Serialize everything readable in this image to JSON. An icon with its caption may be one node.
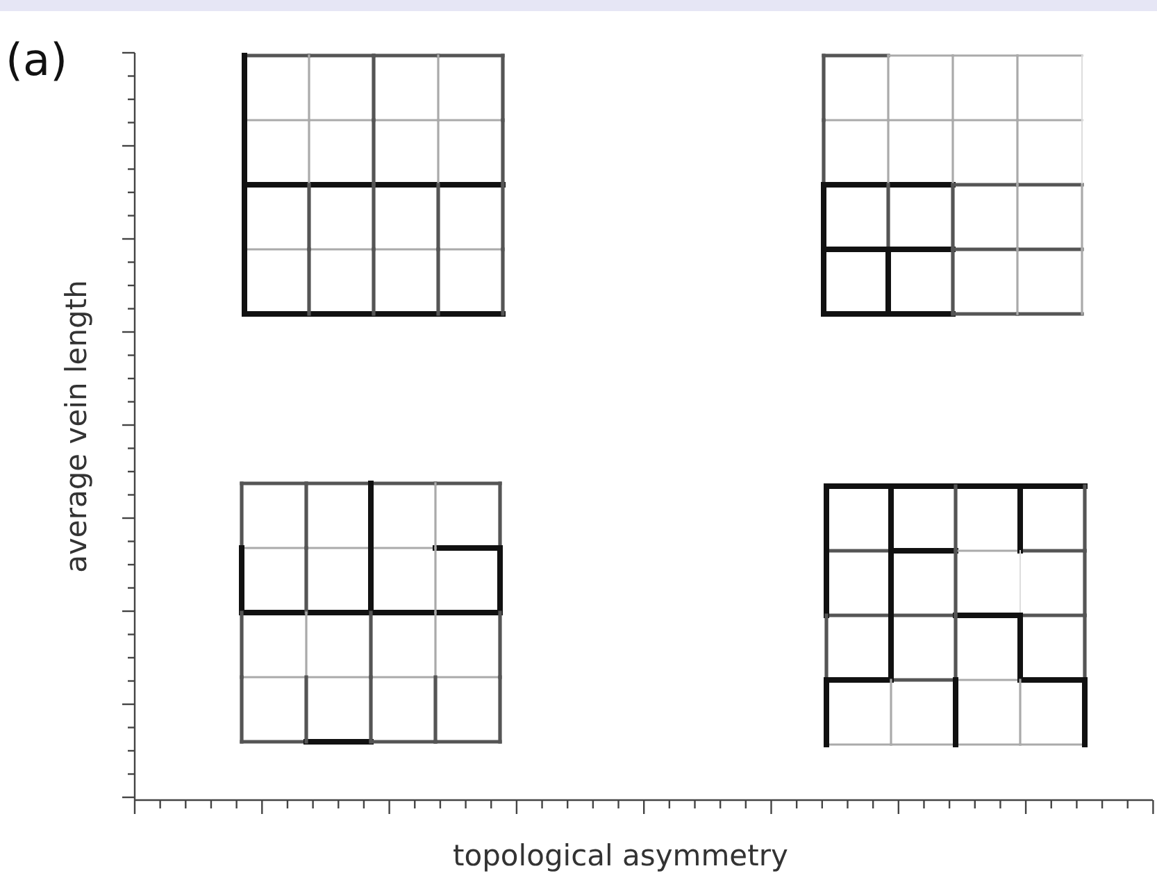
{
  "diagram": {
    "labels": [
      "(a)",
      "average vein length",
      "topological asymmetry"
    ]
  }
}
